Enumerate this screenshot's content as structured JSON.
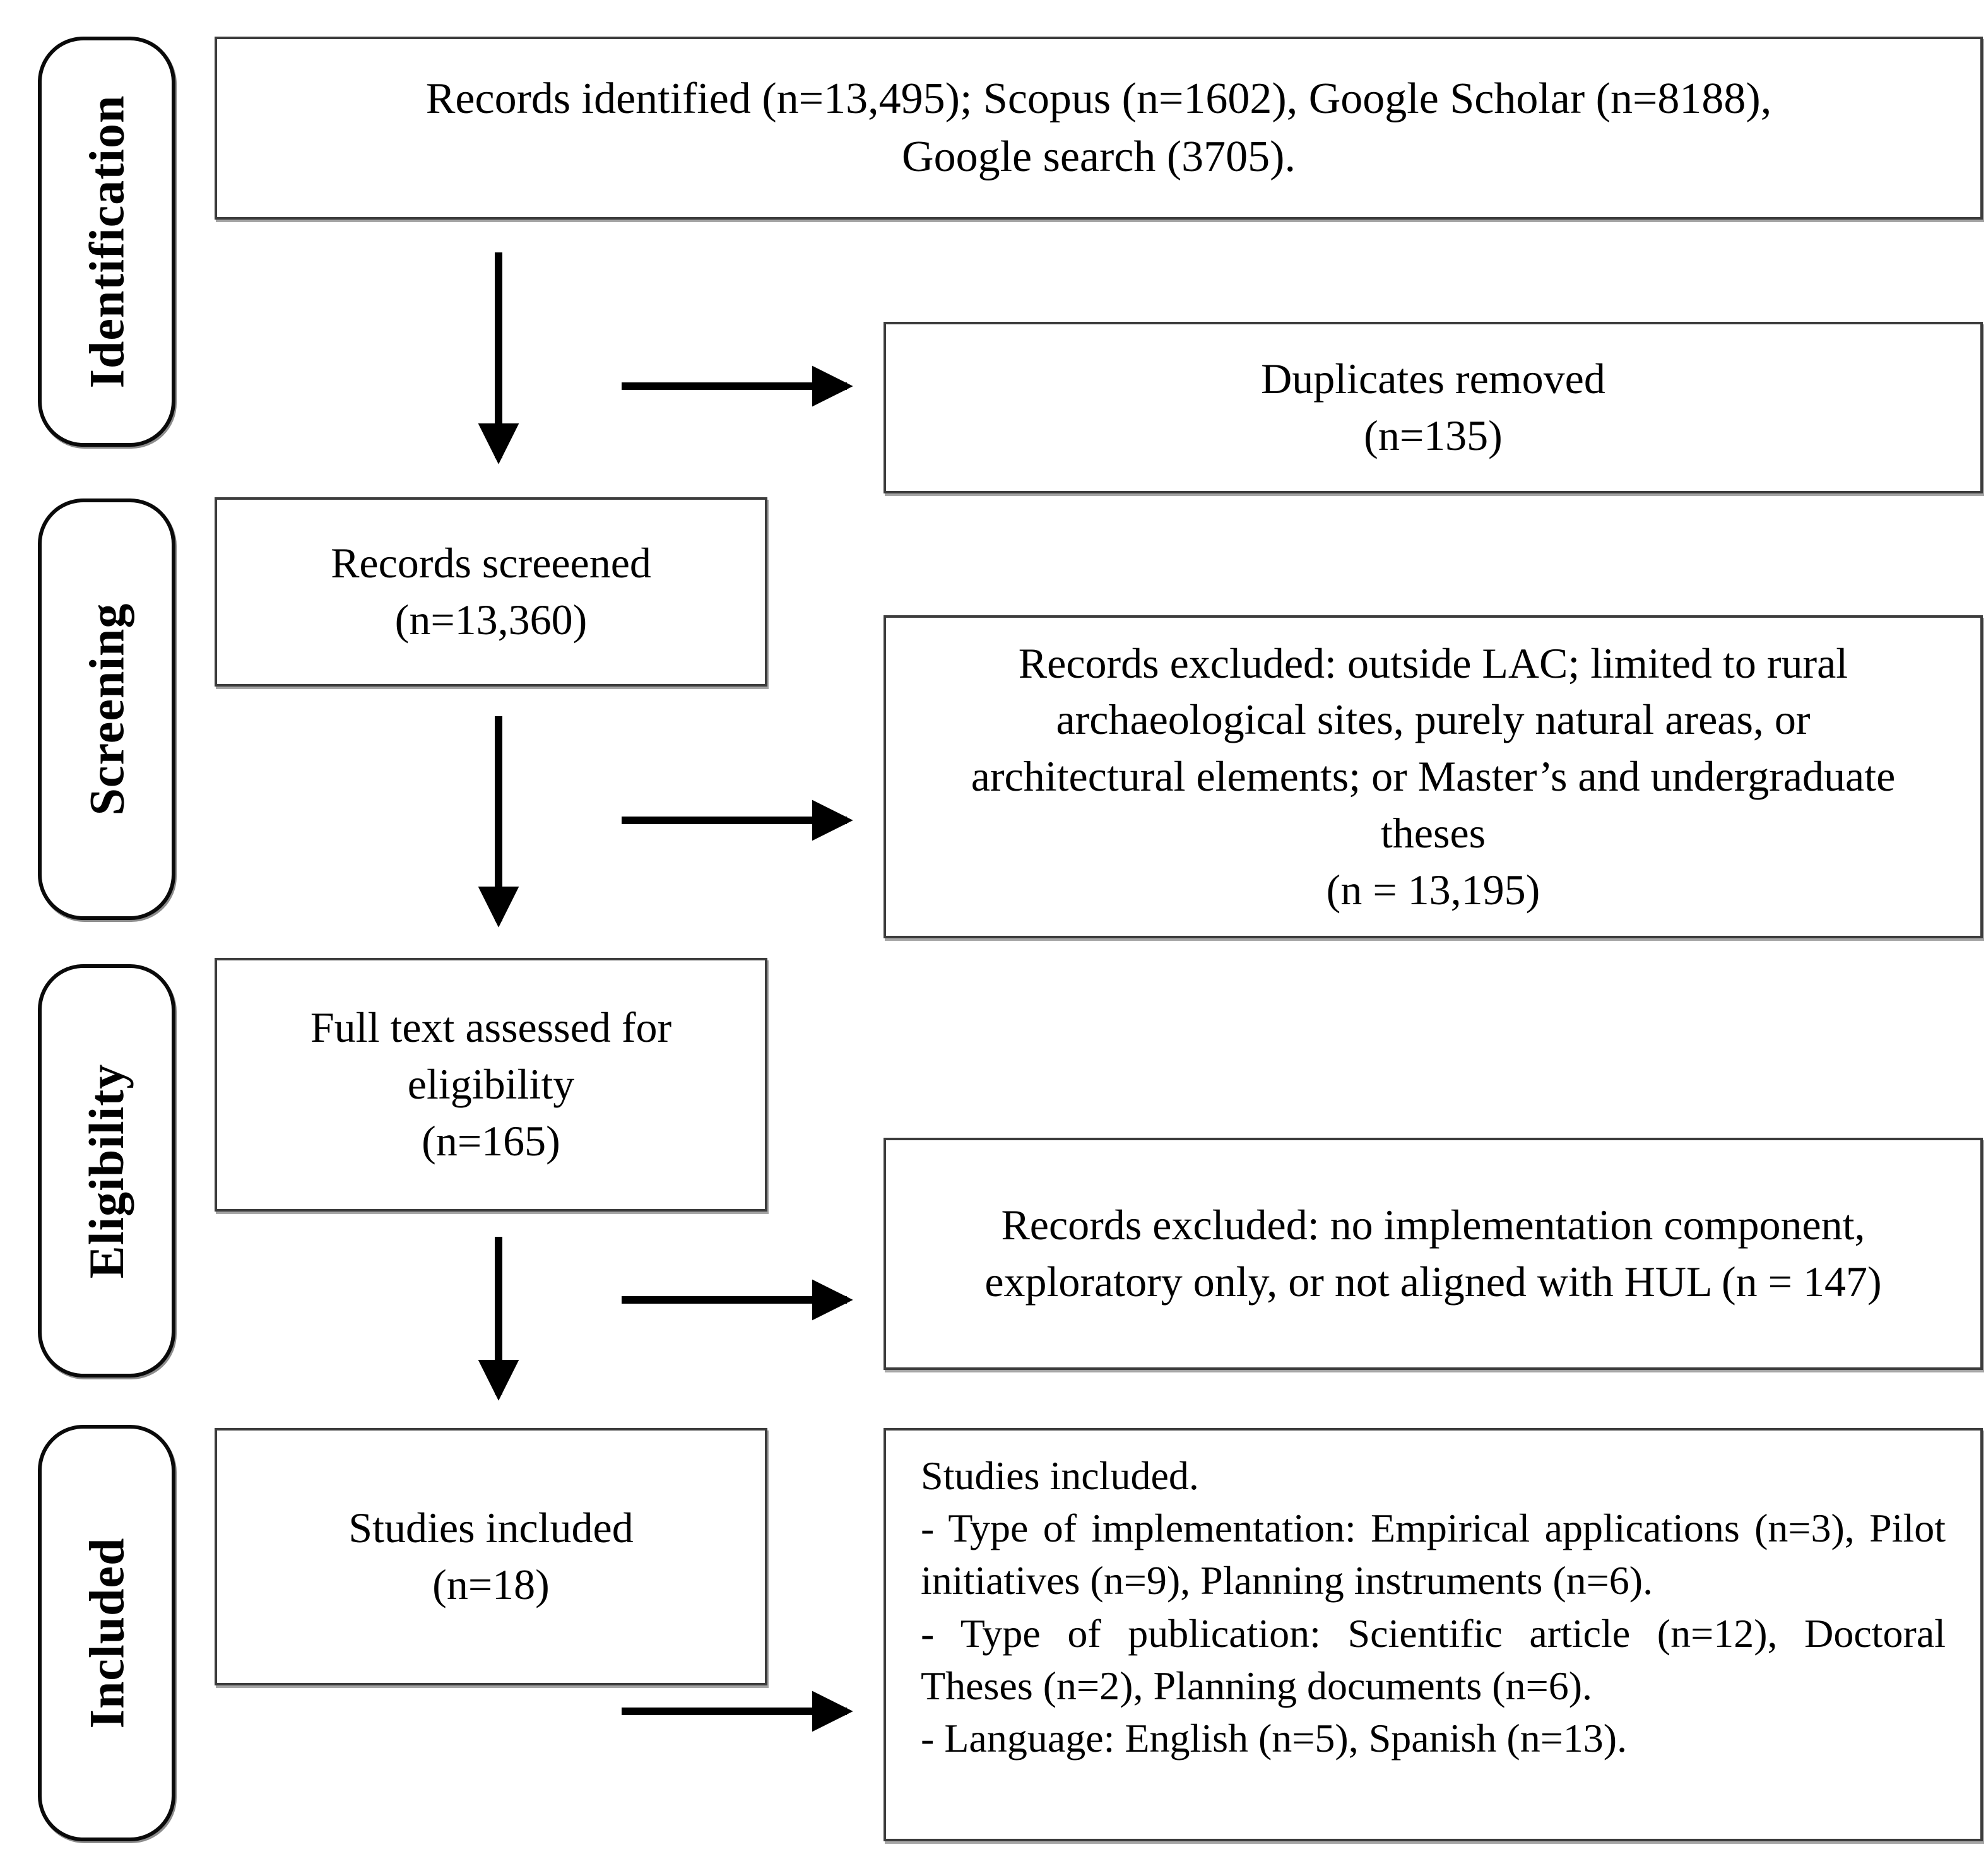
{
  "diagram": {
    "stages": [
      {
        "label": "Identification"
      },
      {
        "label": "Screening"
      },
      {
        "label": "Eligibility"
      },
      {
        "label": "Included"
      }
    ],
    "boxes": {
      "records_identified": {
        "line1": "Records identified (n=13,495); Scopus (n=1602), Google Scholar (n=8188),",
        "line2": "Google search (3705)."
      },
      "duplicates_removed": {
        "line1": "Duplicates removed",
        "line2": "(n=135)"
      },
      "records_screened": {
        "line1": "Records screeened",
        "line2": "(n=13,360)"
      },
      "records_excluded_screening": {
        "body": "Records excluded: outside LAC; limited to rural archaeological sites, purely natural areas, or architectural elements; or Master’s and undergraduate theses",
        "count": "(n = 13,195)"
      },
      "full_text_assessed": {
        "body": "Full text assessed for eligibility",
        "count": "(n=165)"
      },
      "records_excluded_eligibility": {
        "body": "Records excluded: no implementation component, exploratory only, or not aligned with HUL (n = 147)"
      },
      "studies_included": {
        "line1": "Studies included",
        "line2": "(n=18)"
      },
      "studies_included_details": {
        "title": "Studies included.",
        "implementation": "- Type of implementation: Empirical applications (n=3), Pilot initiatives (n=9), Planning instruments (n=6).",
        "publication": "- Type of publication: Scientific article (n=12), Doctoral Theses (n=2), Planning documents (n=6).",
        "language": "- Language: English (n=5), Spanish (n=13)."
      }
    }
  }
}
